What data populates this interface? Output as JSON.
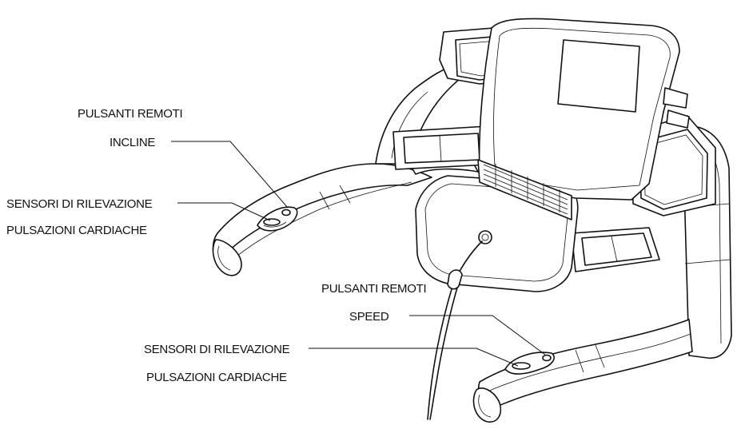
{
  "labels": {
    "incline_line1": "PULSANTI REMOTI",
    "incline_line2": "INCLINE",
    "hr_left_line1": "SENSORI DI RILEVAZIONE",
    "hr_left_line2": "PULSAZIONI CARDIACHE",
    "speed_line1": "PULSANTI REMOTI",
    "speed_line2": "SPEED",
    "hr_right_line1": "SENSORI DI RILEVAZIONE",
    "hr_right_line2": "PULSAZIONI CARDIACHE"
  }
}
